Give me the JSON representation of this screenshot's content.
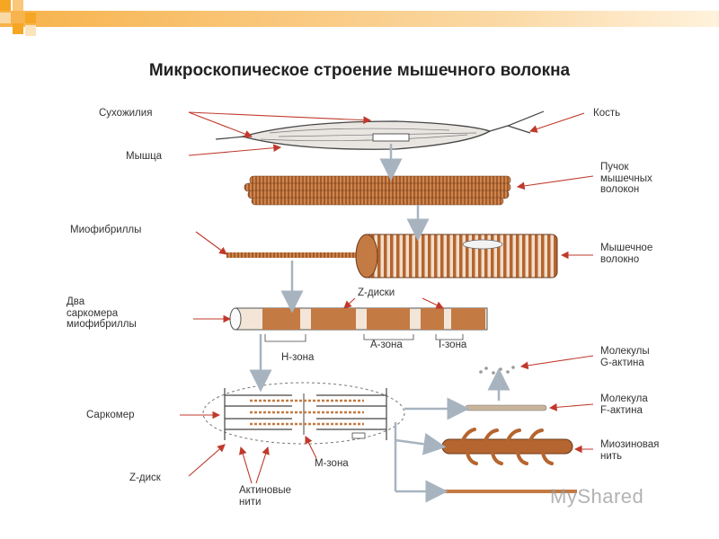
{
  "slide": {
    "title": "Микроскопическое строение мышечного волокна"
  },
  "labels": {
    "tendons": "Сухожилия",
    "bone": "Кость",
    "muscle": "Мышца",
    "fiber_bundle": "Пучок\nмышечных\nволокон",
    "myofibrils": "Миофибриллы",
    "muscle_fiber": "Мышечное\nволокно",
    "z_discs": "Z-диски",
    "two_sarcomeres": "Два\nсаркомера\nмиофибриллы",
    "a_zone": "А-зона",
    "i_zone": "I-зона",
    "h_zone": "Н-зона",
    "g_actin": "Молекулы\nG-актина",
    "f_actin": "Молекула\nF-актина",
    "sarcomere": "Саркомер",
    "myosin_filament": "Миозиновая\nнить",
    "z_disc": "Z-диск",
    "m_zone": "М-зона",
    "actin_filaments": "Актиновые\nнити"
  },
  "watermark": "MyShared",
  "colors": {
    "accent_orange": "#f5a623",
    "muscle_brown": "#b5652f",
    "arrow_red": "#c0392b",
    "arrow_gray": "#a7b4c0",
    "text": "#333333"
  }
}
